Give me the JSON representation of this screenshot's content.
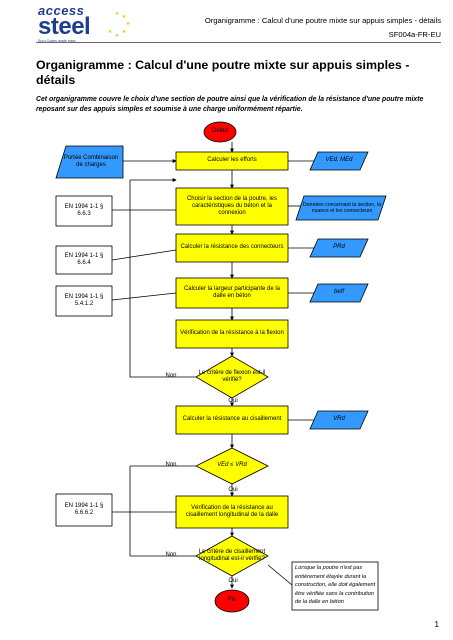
{
  "header": {
    "title": "Organigramme : Calcul d'une poutre mixte sur appuis simples - détails",
    "code": "SF004a-FR-EU",
    "logo": {
      "line1": "access",
      "line2": "steel",
      "tagline": "Euro Codes made easy",
      "color": "#1d3d8f"
    }
  },
  "document": {
    "title": "Organigramme : Calcul d'une poutre mixte sur appuis simples - détails",
    "intro": "Cet organigramme couvre le choix d'une section de poutre ainsi que la vérification de la résistance d'une poutre mixte reposant sur des appuis simples et soumise à une charge uniformément répartie.",
    "page_number": "1"
  },
  "flowchart": {
    "colors": {
      "process": "#ffff00",
      "terminal": "#ff0000",
      "io": "#3399ff",
      "outline": "#000000"
    },
    "start": "Début",
    "end": "Fin",
    "process": {
      "efforts": "Calculer les efforts",
      "section": "Choisir la section de la poutre, les caractéristiques du béton et la connexion",
      "connecteurs": "Calculer la résistance des connecteurs",
      "largeur": "Calculer la largeur participante de la dalle en béton",
      "flexion": "Vérification de la résistance à la flexion",
      "cisaillement": "Calculer la résistance au cisaillement",
      "longitudinal": "Vérification de la résistance au cisaillement longitudinal de la dalle"
    },
    "decisions": {
      "flexion": "Le critère de flexion est-il vérifié?",
      "vcheck": "VEd ≤ VRd",
      "longitudinal": "Le critère de cisaillement longitudinal est-il vérifié?"
    },
    "inputs": {
      "portee": "Portée Combinaison de charges",
      "vm": "VEd, MEd",
      "donnees": "Données concernant la section, la nuance et les connecteurs",
      "prd": "PRd",
      "beff": "beff",
      "vrd": "VRd"
    },
    "references": {
      "ref1": "EN 1994 1-1 § 6.6.3",
      "ref2": "EN 1994 1-1 § 6.6.4",
      "ref3": "EN 1994 1-1 § 5.4.1.2",
      "ref4": "EN 1994 1-1 § 6.6.6.2"
    },
    "labels": {
      "oui": "Oui",
      "non": "Non"
    },
    "note": "Lorsque la poutre n'est pas entièrement étayée durant la construction, elle doit également être vérifiée sans la contribution de la dalle en béton"
  }
}
